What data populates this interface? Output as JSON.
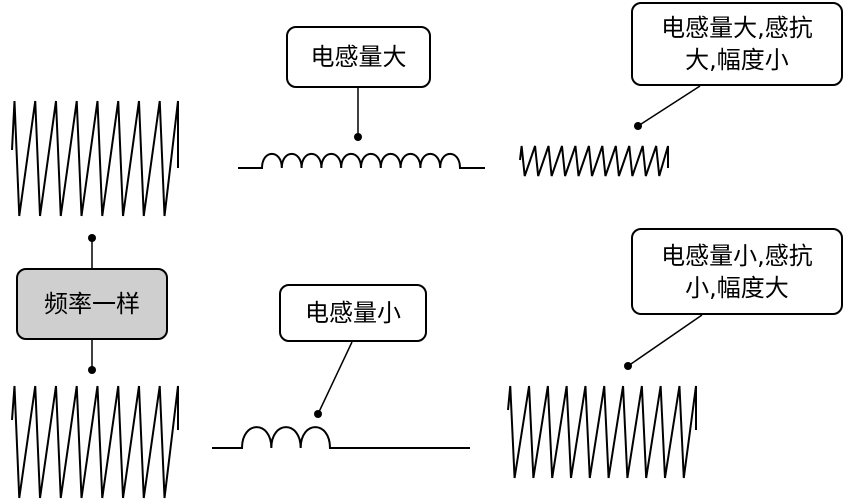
{
  "labels": {
    "center_top": "电感量大",
    "center_bottom": "电感量小",
    "right_top_line1": "电感量大,感抗",
    "right_top_line2": "大,幅度小",
    "right_bottom_line1": "电感量小,感抗",
    "right_bottom_line2": "小,幅度大",
    "left_middle": "频率一样"
  },
  "waves": {
    "left_top_cycles": 8,
    "left_bottom_cycles": 8,
    "right_top_cycles": 11,
    "right_bottom_cycles": 10
  },
  "coils": {
    "top_turns": 10,
    "bottom_turns": 3
  },
  "colors": {
    "ink": "#000000",
    "highlight_box": "#cfcfcf",
    "box_fill": "#ffffff"
  }
}
